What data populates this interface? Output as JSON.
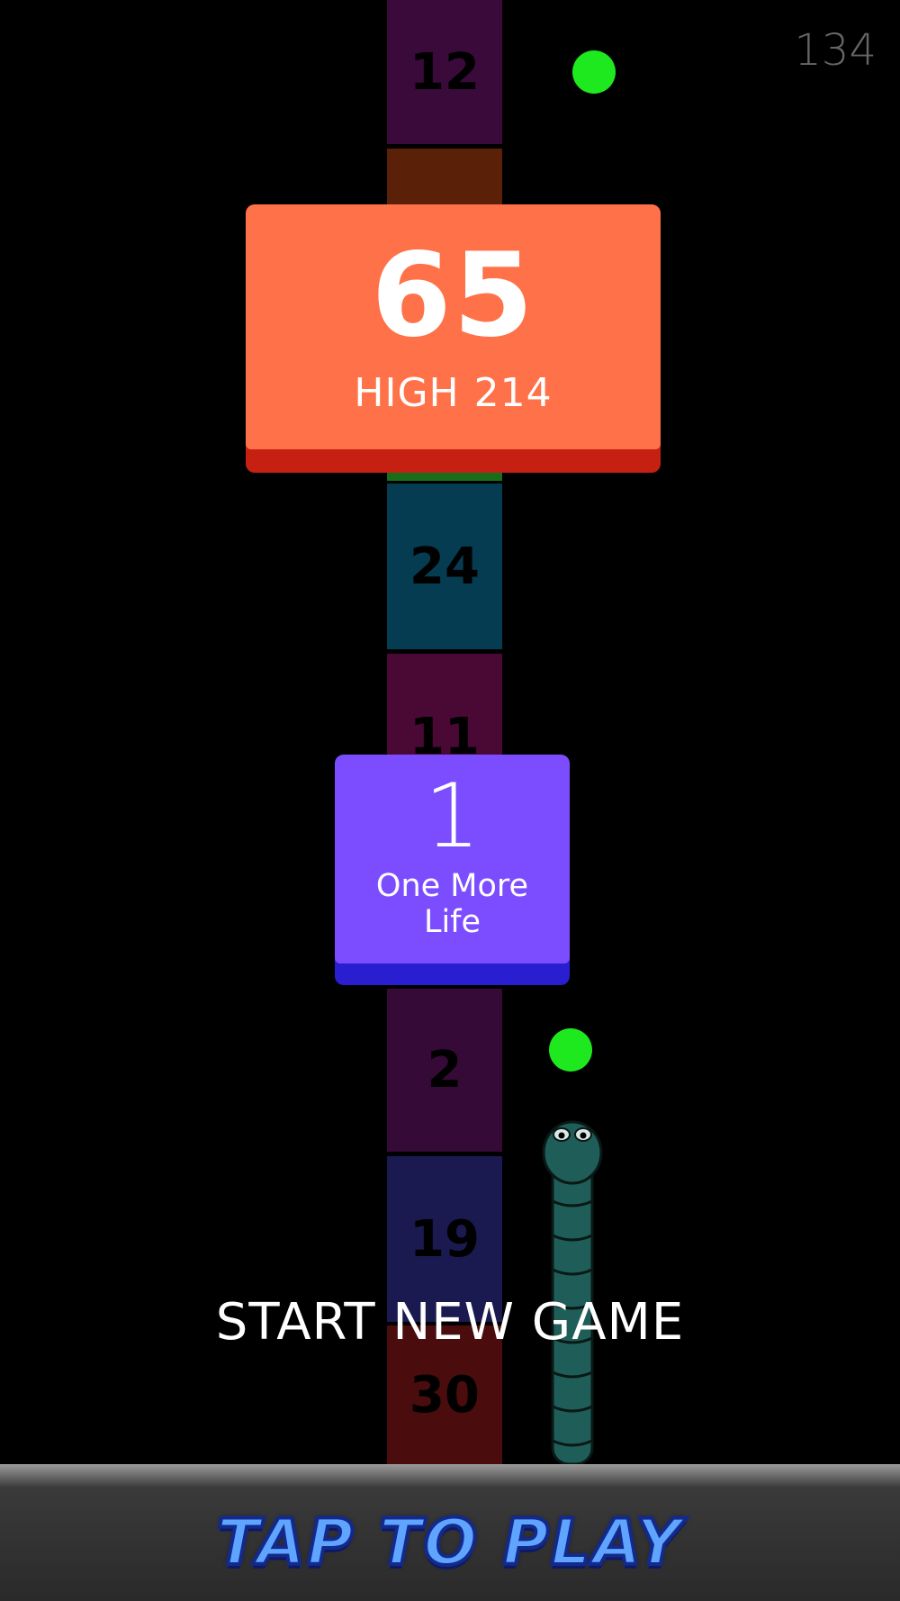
{
  "hud": {
    "corner_score": "134"
  },
  "blocks": [
    {
      "value": "12",
      "color": "#3a0a3a"
    },
    {
      "value": "",
      "color": "#5a2008"
    },
    {
      "value": "24",
      "color": "#063c52"
    },
    {
      "value": "11",
      "color": "#4a0834"
    },
    {
      "value": "2",
      "color": "#360a36"
    },
    {
      "value": "19",
      "color": "#1a1a50"
    },
    {
      "value": "30",
      "color": "#4a0c0c"
    }
  ],
  "score_card": {
    "current_score": "65",
    "high_label": "HIGH",
    "high_value": "214"
  },
  "life_card": {
    "count": "1",
    "label": "One More Life"
  },
  "menu": {
    "start_new_game": "START NEW GAME"
  },
  "bottom_bar": {
    "label": "TAP TO PLAY"
  },
  "colors": {
    "orb": "#1ee81e",
    "snake": "#1f5e58",
    "score_card": "#ff7148",
    "life_card": "#7c4dff"
  }
}
